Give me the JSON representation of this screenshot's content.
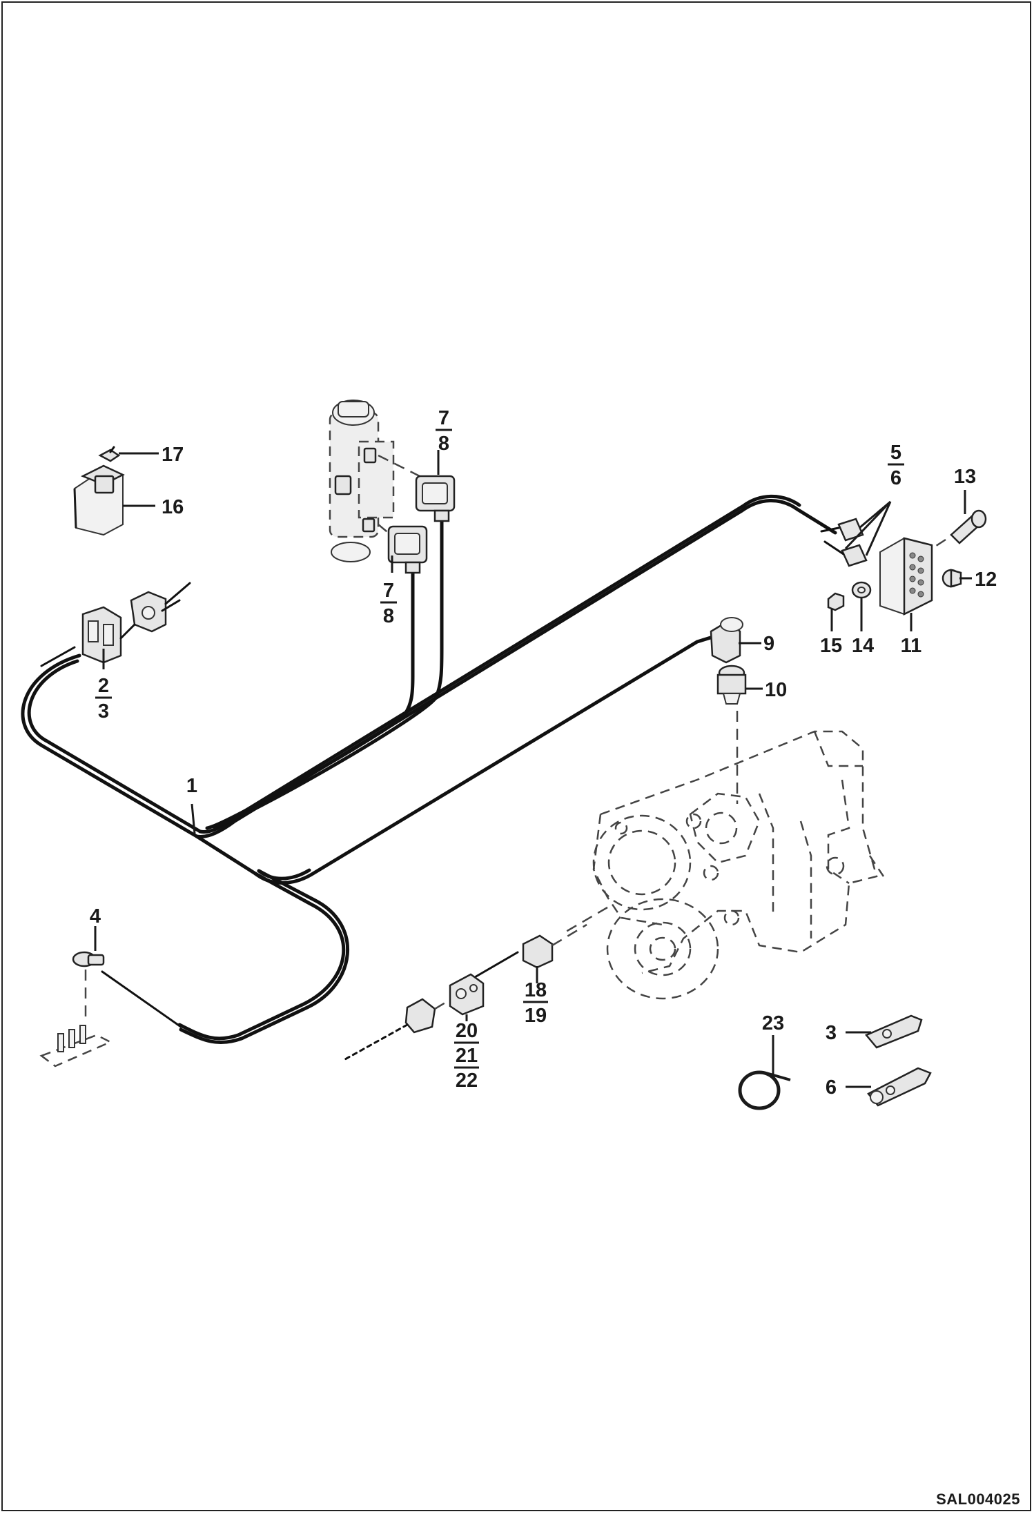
{
  "drawing_code": "SAL004025",
  "callouts": {
    "c1": "1",
    "c2": "2",
    "c3": "3",
    "c3b": "3",
    "c4": "4",
    "c5": "5",
    "c6": "6",
    "c6b": "6",
    "c7a": "7",
    "c8a": "8",
    "c7b": "7",
    "c8b": "8",
    "c9": "9",
    "c10": "10",
    "c11": "11",
    "c12": "12",
    "c13": "13",
    "c14": "14",
    "c15": "15",
    "c16": "16",
    "c17": "17",
    "c18": "18",
    "c19": "19",
    "c20": "20",
    "c21": "21",
    "c22": "22",
    "c23": "23"
  }
}
